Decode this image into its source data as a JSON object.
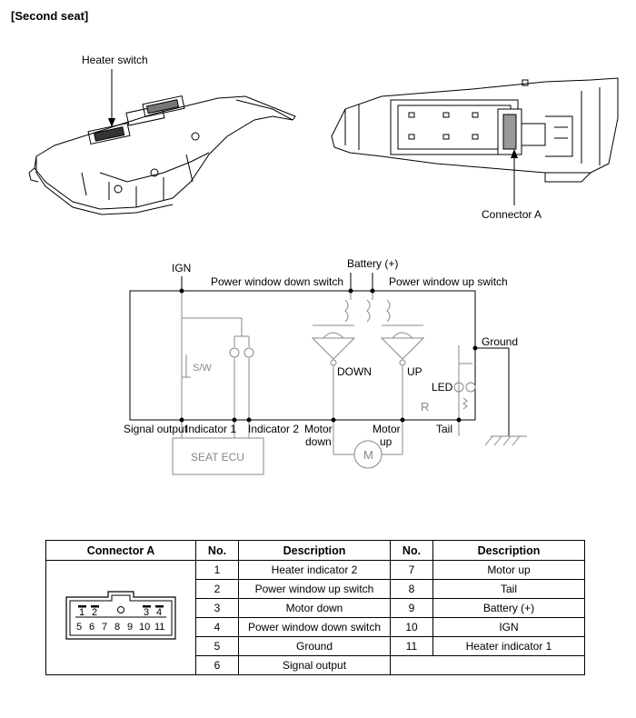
{
  "section_title": "[Second seat]",
  "figure_labels": {
    "heater_switch": "Heater switch",
    "connector_a": "Connector A"
  },
  "circuit": {
    "ign": "IGN",
    "battery": "Battery (+)",
    "pw_down_switch": "Power window down switch",
    "pw_up_switch": "Power window up switch",
    "ground": "Ground",
    "sw": "S/W",
    "down": "DOWN",
    "up": "UP",
    "led": "LED",
    "r": "R",
    "signal_output": "Signal output",
    "indicator_1": "Indicator 1",
    "indicator_2": "Indicator 2",
    "motor_down_1": "Motor",
    "motor_down_2": "down",
    "motor_up_1": "Motor",
    "motor_up_2": "up",
    "tail": "Tail",
    "seat_ecu": "SEAT ECU",
    "motor_symbol": "M"
  },
  "connector_pins": {
    "top": [
      "1",
      "2",
      "3",
      "4"
    ],
    "bottom": [
      "5",
      "6",
      "7",
      "8",
      "9",
      "10",
      "11"
    ]
  },
  "table": {
    "headers": [
      "Connector A",
      "No.",
      "Description",
      "No.",
      "Description"
    ],
    "rows": [
      {
        "no1": "1",
        "desc1": "Heater indicator 2",
        "no2": "7",
        "desc2": "Motor up"
      },
      {
        "no1": "2",
        "desc1": "Power window up switch",
        "no2": "8",
        "desc2": "Tail"
      },
      {
        "no1": "3",
        "desc1": "Motor down",
        "no2": "9",
        "desc2": "Battery (+)"
      },
      {
        "no1": "4",
        "desc1": "Power window down switch",
        "no2": "10",
        "desc2": "IGN"
      },
      {
        "no1": "5",
        "desc1": "Ground",
        "no2": "11",
        "desc2": "Heater indicator 1"
      },
      {
        "no1": "6",
        "desc1": "Signal output",
        "no2": "",
        "desc2": ""
      }
    ]
  }
}
